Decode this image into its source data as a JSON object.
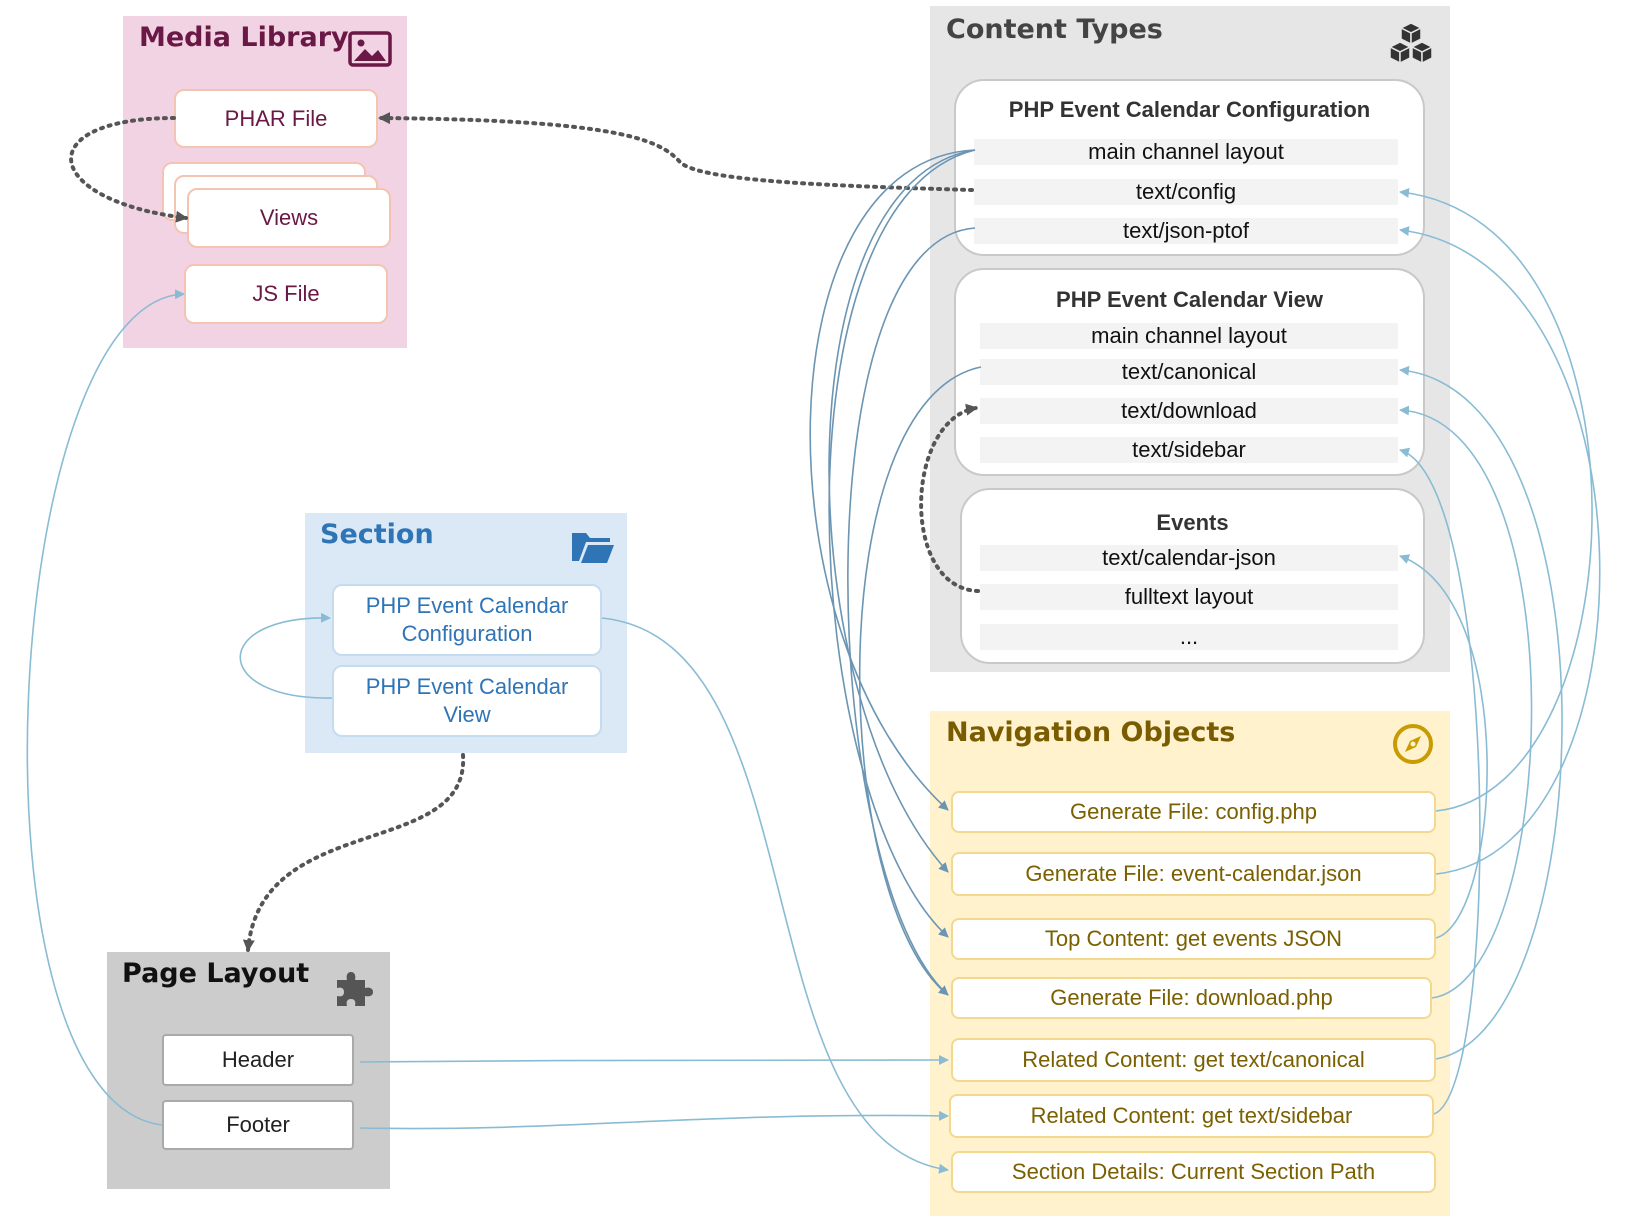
{
  "colors": {
    "media_bg": "#f2d3e3",
    "media_text": "#6a1846",
    "media_border": "#f4c4b2",
    "content_bg": "#e6e6e6",
    "section_bg": "#dbe9f6",
    "section_text": "#2f74b5",
    "nav_bg": "#fff2cc",
    "nav_title": "#7a5c00",
    "nav_text": "#7a6000",
    "layout_bg": "#cccccc",
    "blue_line": "#89bcd4",
    "steel_line": "#6b95b3",
    "dotted_line": "#555555"
  },
  "media_library": {
    "title": "Media Library",
    "icon": "image-icon",
    "items": [
      "PHAR File",
      "Views",
      "JS File"
    ]
  },
  "content_types": {
    "title": "Content Types",
    "icon": "cubes-icon",
    "groups": [
      {
        "title": "PHP Event Calendar Configuration",
        "rows": [
          "main channel layout",
          "text/config",
          "text/json-ptof"
        ]
      },
      {
        "title": "PHP Event Calendar View",
        "rows": [
          "main channel layout",
          "text/canonical",
          "text/download",
          "text/sidebar"
        ]
      },
      {
        "title": "Events",
        "rows": [
          "text/calendar-json",
          "fulltext layout",
          "..."
        ]
      }
    ]
  },
  "section": {
    "title": "Section",
    "icon": "folder-open-icon",
    "items": [
      "PHP Event Calendar Configuration",
      "PHP Event Calendar View"
    ]
  },
  "navigation_objects": {
    "title": "Navigation Objects",
    "icon": "compass-icon",
    "items": [
      "Generate File: config.php",
      "Generate File: event-calendar.json",
      "Top Content: get events JSON",
      "Generate File: download.php",
      "Related Content: get text/canonical",
      "Related Content: get text/sidebar",
      "Section Details: Current Section Path"
    ]
  },
  "page_layout": {
    "title": "Page Layout",
    "icon": "puzzle-icon",
    "items": [
      "Header",
      "Footer"
    ]
  }
}
